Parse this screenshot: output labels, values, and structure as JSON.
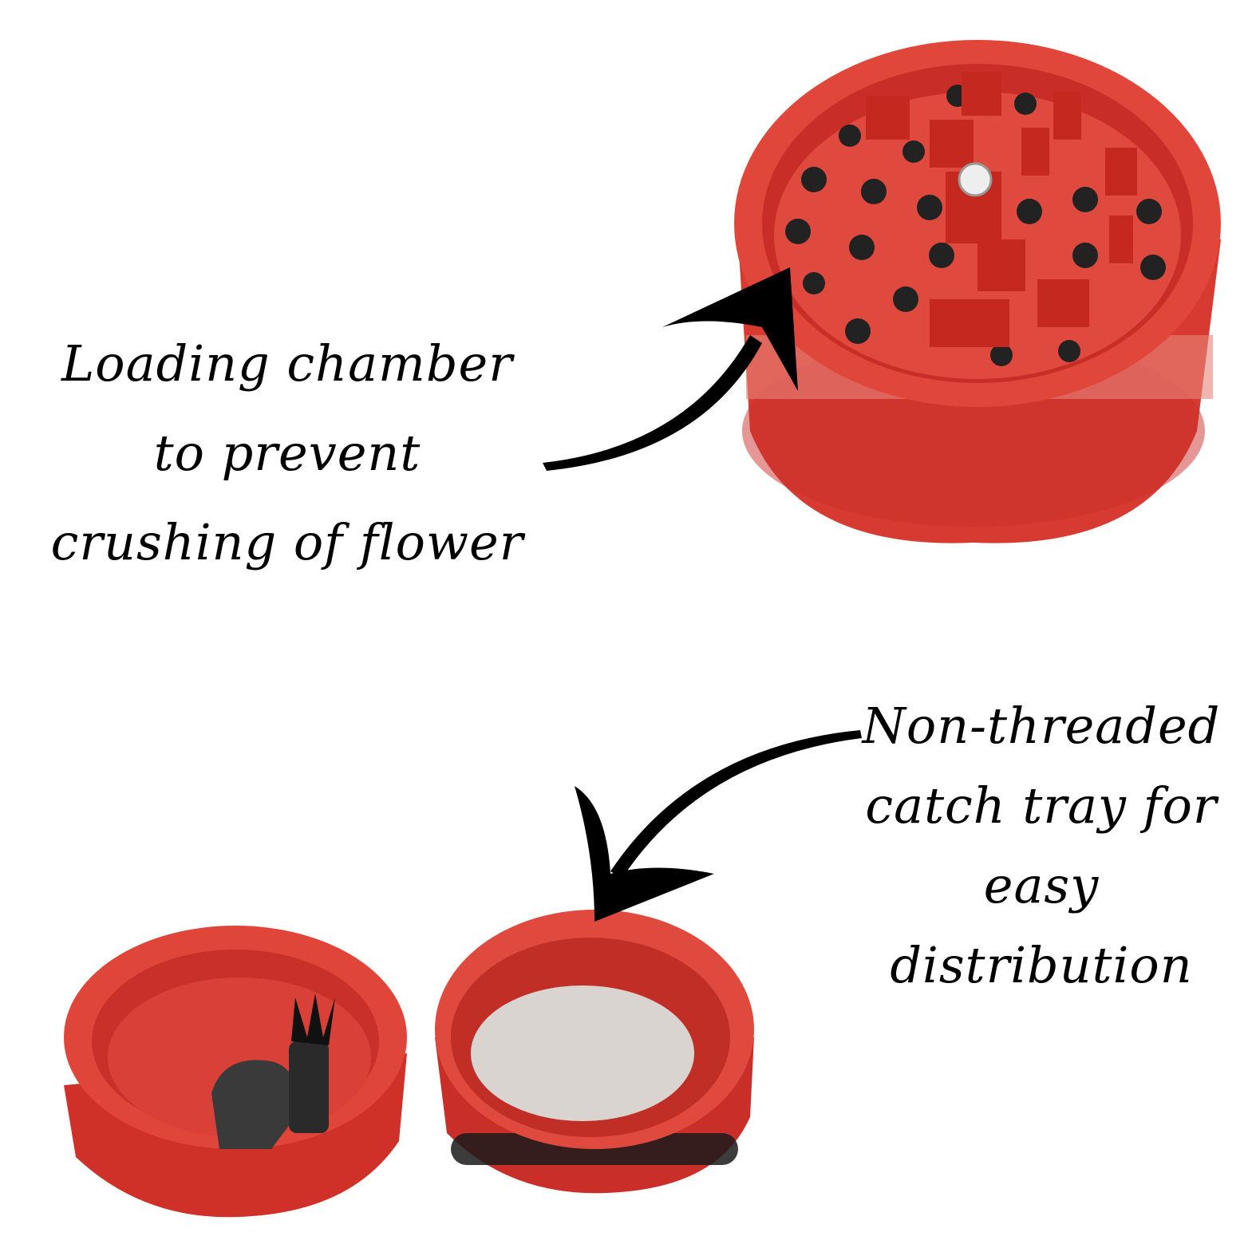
{
  "captions": {
    "loading_chamber": {
      "lines": [
        "Loading chamber",
        "to prevent",
        "crushing of flower"
      ]
    },
    "catch_tray": {
      "lines": [
        "Non-threaded",
        "catch tray for",
        "easy",
        "distribution"
      ]
    }
  },
  "colors": {
    "grinder_red": "#d8342c",
    "grinder_dark": "#a81e1a",
    "arrow": "#000000",
    "background": "#ffffff"
  }
}
